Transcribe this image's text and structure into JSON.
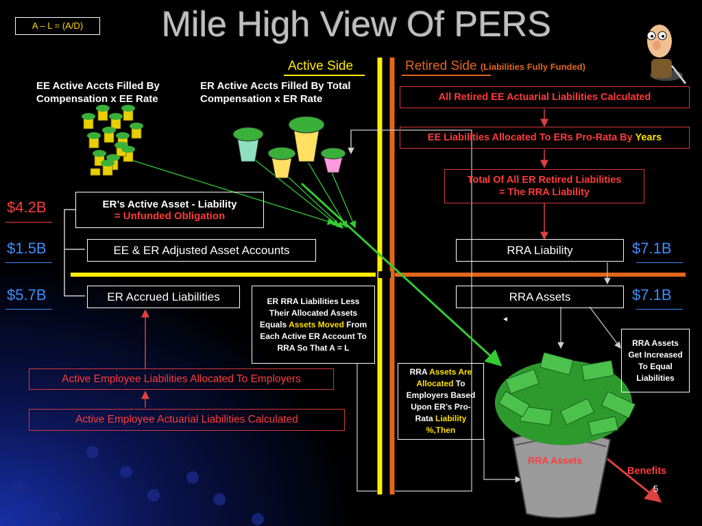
{
  "slide": {
    "title": "Mile High View Of PERS",
    "formula": "A – L = (A/D)",
    "page_number": "5"
  },
  "sides": {
    "active": "Active Side",
    "retired": "Retired Side",
    "retired_note": "(Liabilities Fully Funded)"
  },
  "active": {
    "ee_accts_line1": "EE Active Accts Filled By",
    "ee_accts_line2": "Compensation x EE Rate",
    "er_accts_line1": "ER Active Accts Filled By Total",
    "er_accts_line2": "Compensation x ER Rate",
    "asset_liability_line1": "ER’s Active Asset - Liability",
    "asset_liability_line2": "= Unfunded Obligation",
    "adjusted_accounts": "EE & ER Adjusted Asset Accounts",
    "accrued_liabilities": "ER Accrued Liabilities",
    "rra_moved": {
      "part1": "ER RRA  Liabilities Less Their Allocated Assets Equals ",
      "highlight": "Assets Moved",
      "part2": " From Each Active ER Account To RRA So That A = L"
    },
    "liab_allocated": "Active Employee Liabilities Allocated To Employers",
    "liab_calculated": "Active Employee Actuarial Liabilities Calculated"
  },
  "amounts": {
    "unfunded": "$4.2B",
    "adjusted": "$1.5B",
    "accrued": "$5.7B",
    "rra_liability": "$7.1B",
    "rra_assets": "$7.1B"
  },
  "retired": {
    "calculated": "All Retired EE Actuarial Liabilities Calculated",
    "allocated_prefix": "EE Liabilities Allocated To ERs Pro-Rata By ",
    "allocated_highlight": "Years",
    "total_line1": "Total Of All ER Retired Liabilities",
    "total_line2": "= The RRA Liability",
    "rra_liability": "RRA Liability",
    "rra_assets": "RRA Assets",
    "rra_allocated": {
      "p1": "RRA ",
      "h1": "Assets Are Allocated",
      "p2": " To Employers Based Upon ER’s Pro-Rata ",
      "h2": "Liability %,Then"
    },
    "rra_increase": "RRA Assets Get Increased To Equal Liabilities",
    "bucket_label": "RRA Assets",
    "benefits": "Benefits"
  },
  "colors": {
    "yellow_line": "#ffee00",
    "orange_line": "#e2661c",
    "red_text": "#ff3b3b",
    "blue_amount": "#3d8eff",
    "green_arrow": "#33cc33"
  }
}
